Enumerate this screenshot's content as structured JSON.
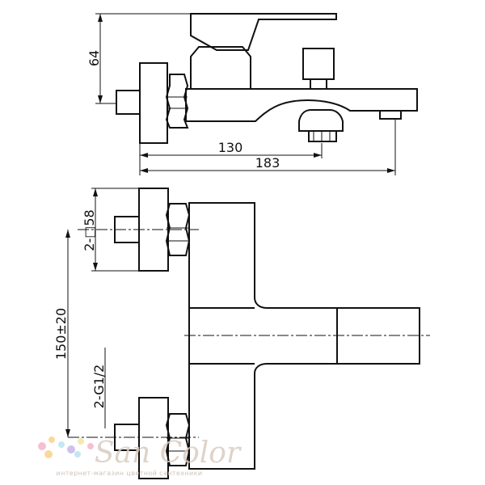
{
  "dimensions": {
    "height_64": "64",
    "length_130": "130",
    "length_183": "183",
    "square_58": "2-□58",
    "spacing": "150±20",
    "thread": "2-G1/2"
  },
  "watermark": {
    "brand": "San Color",
    "tagline": "интернет-магазин цветной сантехники",
    "dot_colors": [
      "#f6b6c8",
      "#f9d38a",
      "#b9e3f2",
      "#c9b6ec",
      "#f3e6a1"
    ]
  }
}
